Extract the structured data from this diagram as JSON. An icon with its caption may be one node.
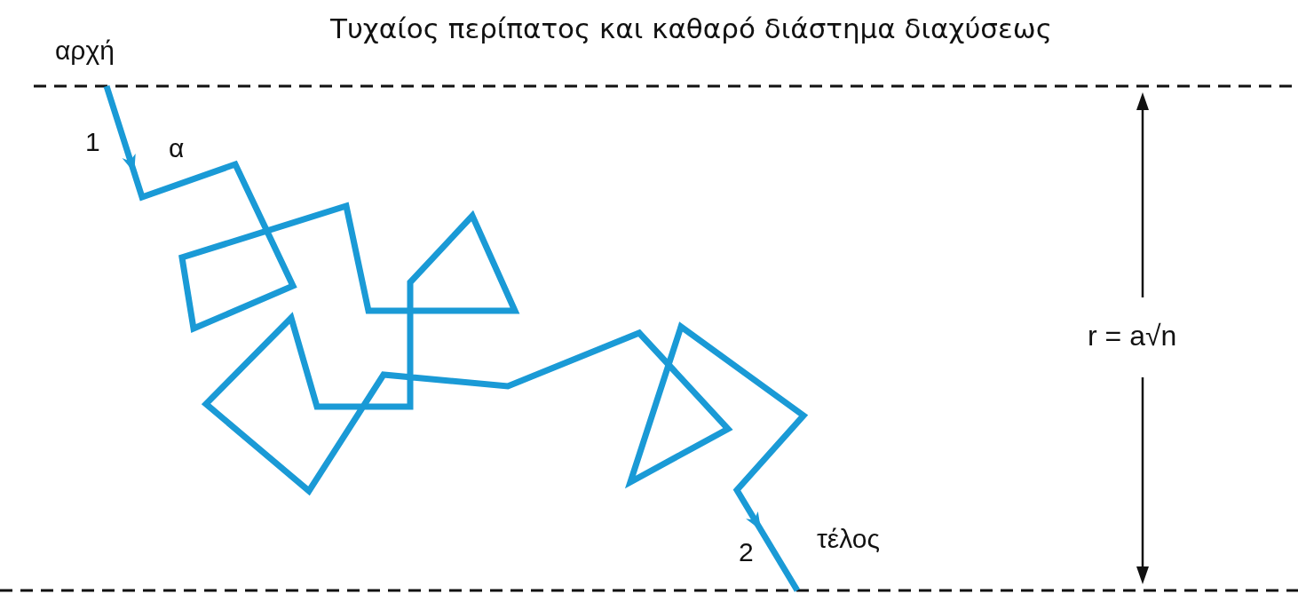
{
  "diagram": {
    "title": "Τυχαίος περίπατος και καθαρό διάστημα διαχύσεως",
    "labels": [
      "αρχή",
      "1",
      "α",
      "r = a√n",
      "2",
      "τέλος"
    ]
  }
}
